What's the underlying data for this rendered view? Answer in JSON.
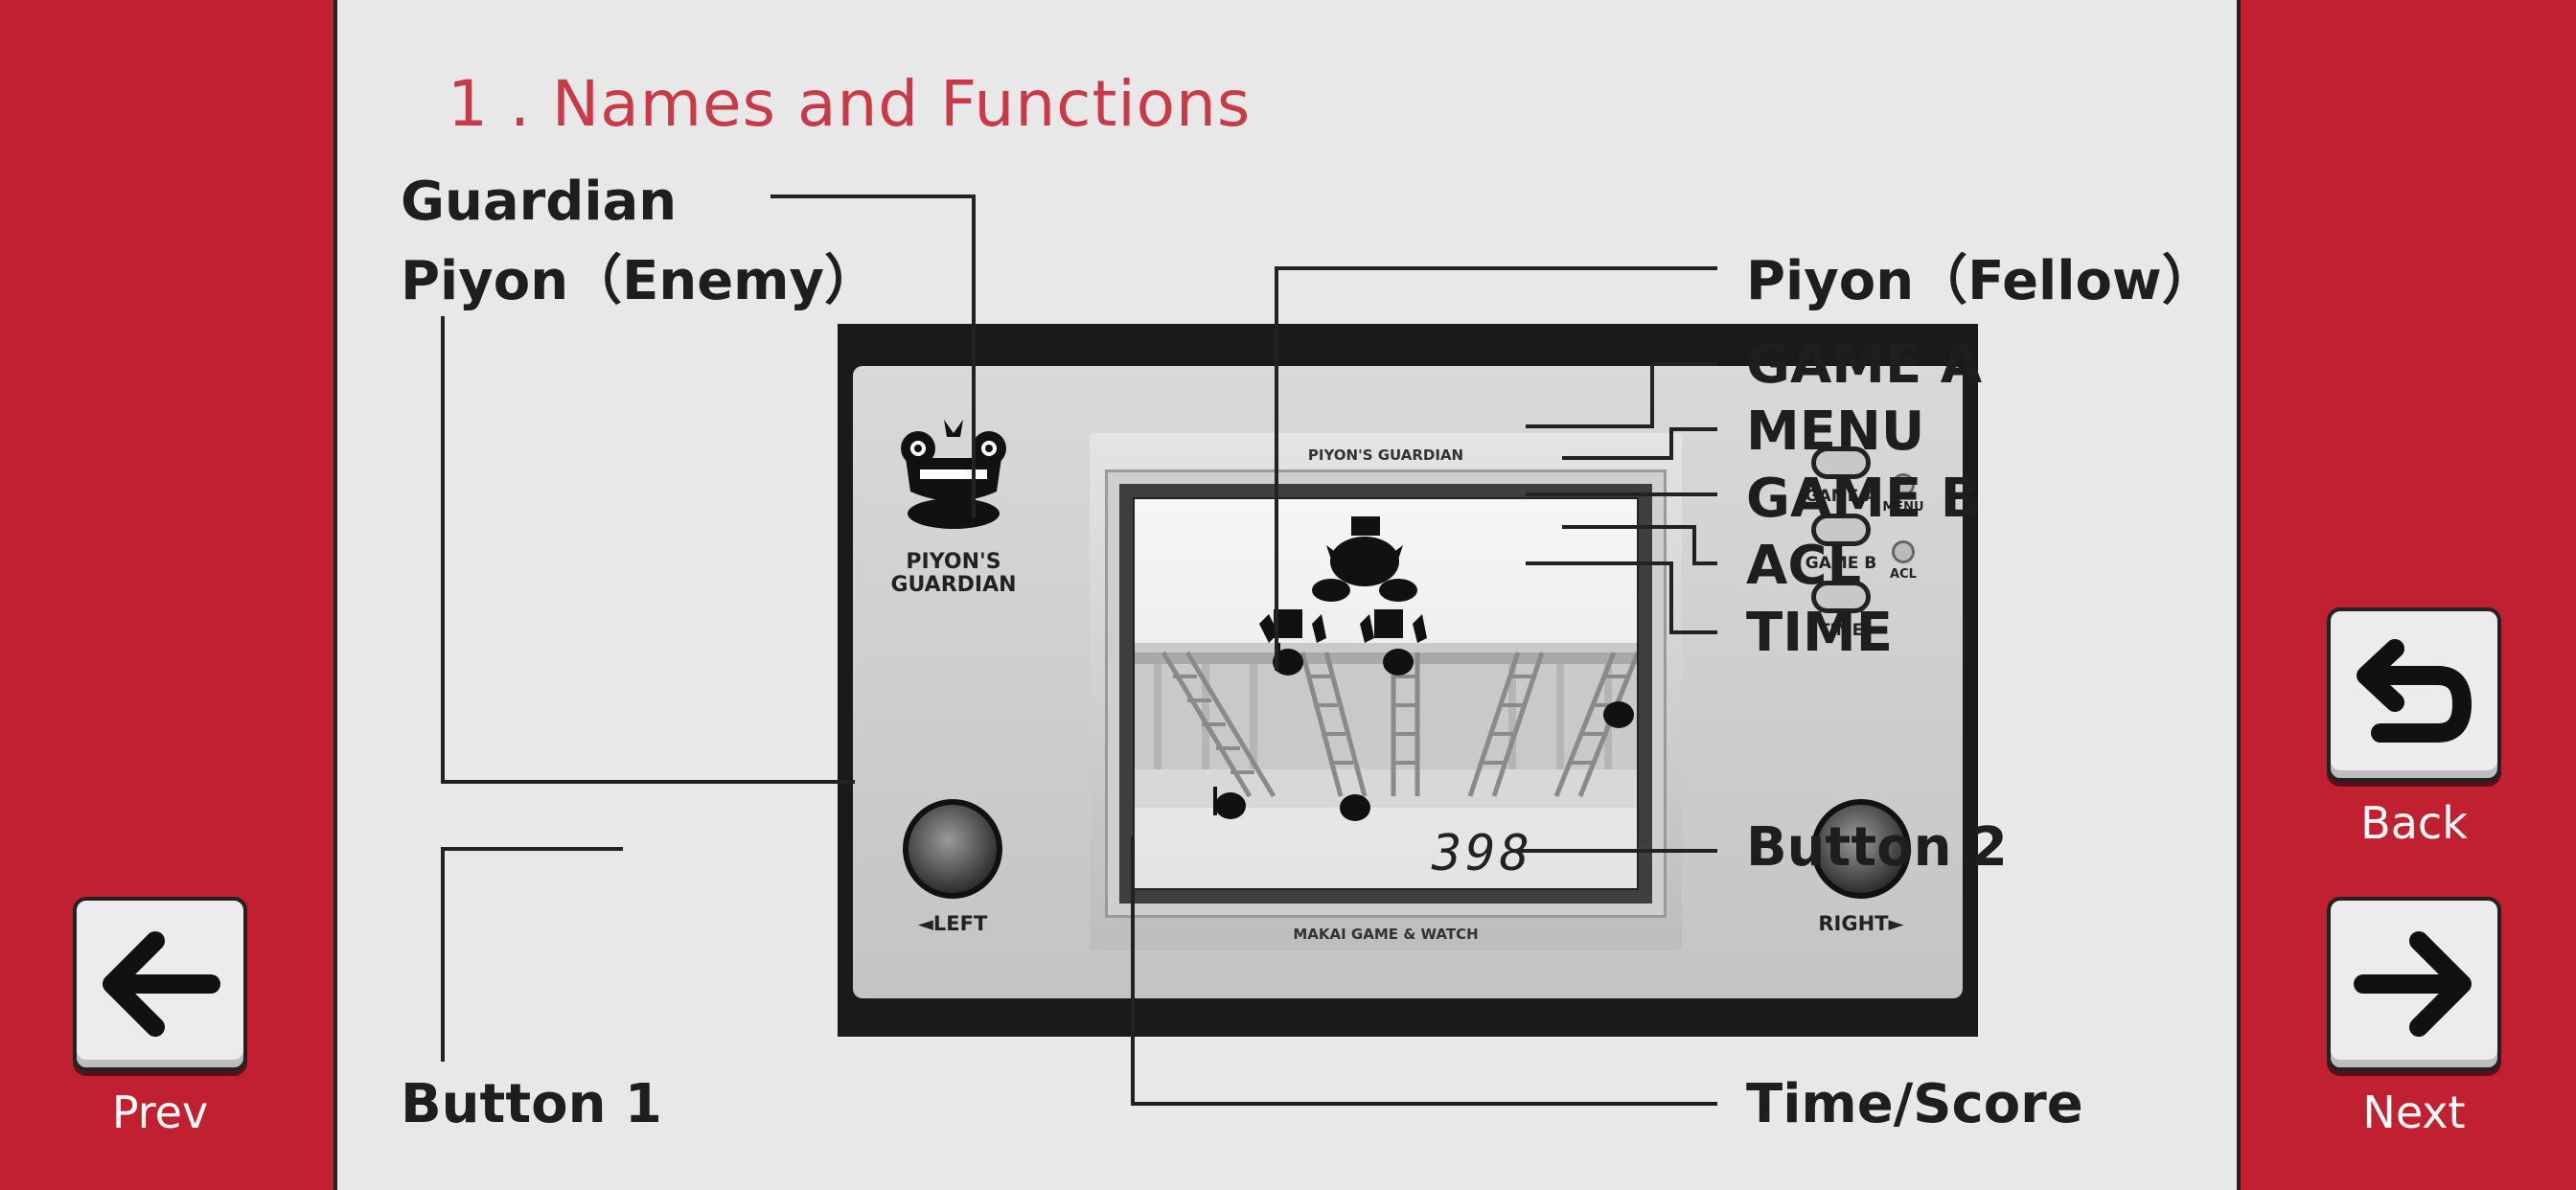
{
  "page": {
    "title": "1 . Names and Functions"
  },
  "labels": {
    "guardian": "Guardian",
    "piyon_enemy": "Piyon（Enemy）",
    "piyon_fellow": "Piyon（Fellow）",
    "game_a": "GAME A",
    "menu": "MENU",
    "game_b": "GAME B",
    "acl": "ACL",
    "time": "TIME",
    "button2": "Button 2",
    "button1": "Button 1",
    "time_score": "Time/Score"
  },
  "device": {
    "logo_line1": "PIYON'S",
    "logo_line2": "GUARDIAN",
    "frame_top": "PIYON'S GUARDIAN",
    "frame_bottom": "MAKAI GAME & WATCH",
    "btn_game_a": "GAME A",
    "btn_menu": "MENU",
    "btn_game_b": "GAME B",
    "btn_acl": "ACL",
    "btn_time": "TIME",
    "left": "◄LEFT",
    "right": "RIGHT►",
    "score": "398"
  },
  "nav": {
    "prev": "Prev",
    "back": "Back",
    "next": "Next"
  },
  "colors": {
    "background": "#c0202f",
    "page": "#e8e8e8",
    "title": "#c83a47"
  },
  "icons": {
    "prev": "arrow-left-icon",
    "back": "return-arrow-icon",
    "next": "arrow-right-icon"
  }
}
